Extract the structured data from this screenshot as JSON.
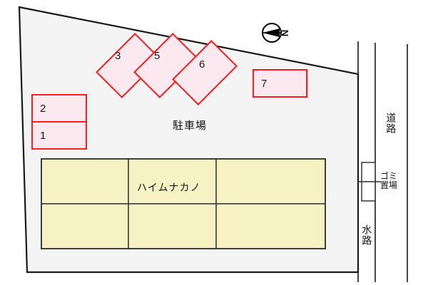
{
  "diagram": {
    "kind": "property-site-plan",
    "colors": {
      "parcel_fill": "#f4f4f4",
      "parcel_stroke": "#1a1a1a",
      "stall_fill": "#fce9f0",
      "stall_stroke": "#f42020",
      "building_fill": "#f7f2c4",
      "building_stroke": "#2b2b2b",
      "road_stroke": "#1a1a1a",
      "text": "#141414"
    },
    "compass": {
      "name": "north-arrow",
      "letter": "N"
    },
    "parking_lot": {
      "label": "駐車場"
    },
    "building": {
      "name": "ハイムナカノ",
      "rows": 2,
      "cols": 3
    },
    "parking_stalls": [
      {
        "id": "1",
        "label": "1",
        "shape": "rect"
      },
      {
        "id": "2",
        "label": "2",
        "shape": "rect"
      },
      {
        "id": "3",
        "label": "3",
        "shape": "rotated-rect"
      },
      {
        "id": "5",
        "label": "5",
        "shape": "rotated-rect"
      },
      {
        "id": "6",
        "label": "6",
        "shape": "rotated-rect"
      },
      {
        "id": "7",
        "label": "7",
        "shape": "rect"
      }
    ],
    "road": {
      "label": "道路"
    },
    "waterway": {
      "label": "水路"
    },
    "garbage_area": {
      "label": "ゴミ置場"
    }
  }
}
